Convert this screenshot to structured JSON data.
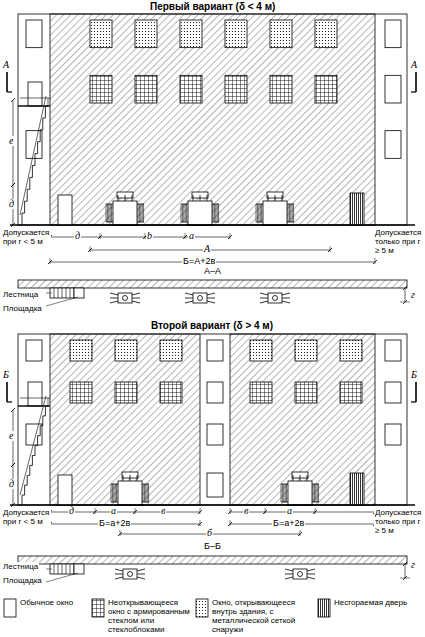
{
  "diagram": {
    "title": "Первый вариант (δ < 4 м)",
    "labels": [
      "А",
      "А",
      "е",
      "д",
      "д",
      "b",
      "а",
      "А",
      "Б=А+2в",
      "Допускается при г < 5 м",
      "Допускается только при г ≥ 5 м",
      "А–А",
      "Лестница",
      "Площадка",
      "г",
      "Второй вариант (δ > 4 м)",
      "Б",
      "Б",
      "е",
      "д",
      "д",
      "а",
      "в",
      "в",
      "а",
      "Б=а+2в",
      "Б=а+2в",
      "б",
      "Допускается при г < 5 м",
      "Допускается только при г ≥ 5 м",
      "Б–Б",
      "Лестница",
      "Площадка",
      "г"
    ],
    "legend": [
      {
        "text": "Обычное окно"
      },
      {
        "text": "Неоткрывающееся окно с армированным стеклом или стеклоблоками"
      },
      {
        "text": "Окно, открывающееся внутрь здания, с металлической сеткой снаружи"
      },
      {
        "text": "Несгораемая дверь"
      }
    ]
  }
}
